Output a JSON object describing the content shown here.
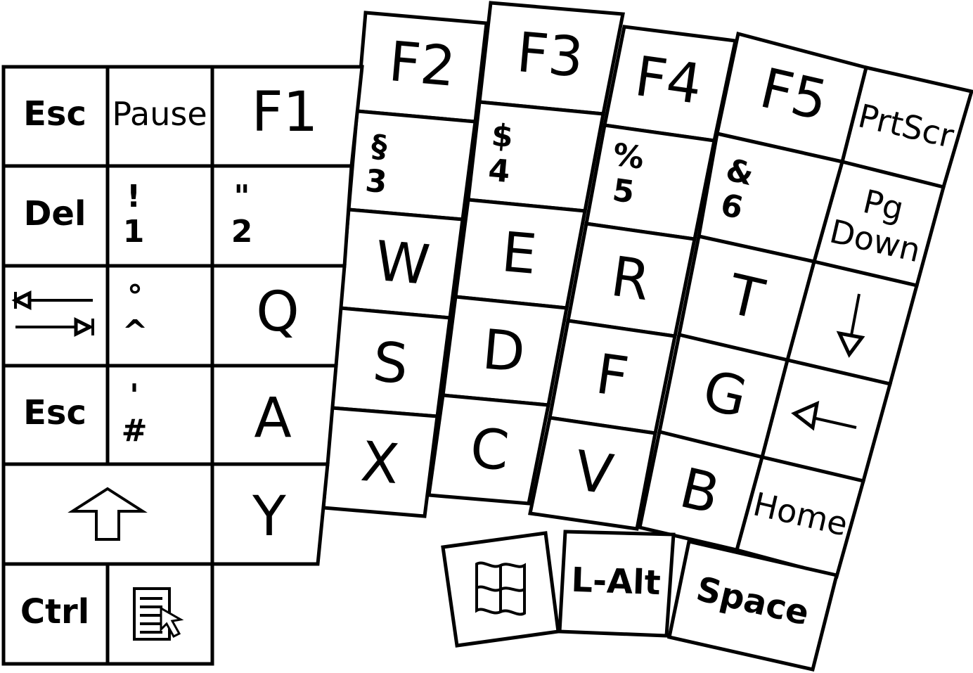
{
  "colors": {
    "key_fill": "#ffffff",
    "key_stroke": "#000000",
    "text": "#000000"
  },
  "keys": [
    {
      "id": "esc-top",
      "label": [
        "Esc"
      ],
      "style": "bold"
    },
    {
      "id": "pause",
      "label": [
        "Pause"
      ],
      "style": "sm"
    },
    {
      "id": "f1",
      "label": [
        "F1"
      ],
      "style": "big"
    },
    {
      "id": "del",
      "label": [
        "Del"
      ],
      "style": "bold"
    },
    {
      "id": "digit-1",
      "label": [
        "!",
        "1"
      ],
      "style": "sym"
    },
    {
      "id": "digit-2",
      "label": [
        "\"",
        "2"
      ],
      "style": "sym"
    },
    {
      "id": "tab",
      "label": [],
      "icon": "tab-icon"
    },
    {
      "id": "caret",
      "label": [
        "°",
        "^"
      ],
      "style": "sym"
    },
    {
      "id": "q",
      "label": [
        "Q"
      ],
      "style": "big"
    },
    {
      "id": "esc-mid",
      "label": [
        "Esc"
      ],
      "style": "bold"
    },
    {
      "id": "hash",
      "label": [
        "'",
        "#"
      ],
      "style": "sym"
    },
    {
      "id": "a",
      "label": [
        "A"
      ],
      "style": "big"
    },
    {
      "id": "shift",
      "label": [],
      "icon": "shift-arrow-icon"
    },
    {
      "id": "y",
      "label": [
        "Y"
      ],
      "style": "big"
    },
    {
      "id": "ctrl",
      "label": [
        "Ctrl"
      ],
      "style": "bold"
    },
    {
      "id": "menu",
      "label": [],
      "icon": "context-menu-icon"
    },
    {
      "id": "f2",
      "label": [
        "F2"
      ],
      "style": "big"
    },
    {
      "id": "digit-3",
      "label": [
        "§",
        "3"
      ],
      "style": "sym"
    },
    {
      "id": "w",
      "label": [
        "W"
      ],
      "style": "big"
    },
    {
      "id": "s",
      "label": [
        "S"
      ],
      "style": "big"
    },
    {
      "id": "x",
      "label": [
        "X"
      ],
      "style": "big"
    },
    {
      "id": "f3",
      "label": [
        "F3"
      ],
      "style": "big"
    },
    {
      "id": "digit-4",
      "label": [
        "$",
        "4"
      ],
      "style": "sym"
    },
    {
      "id": "e",
      "label": [
        "E"
      ],
      "style": "big"
    },
    {
      "id": "d",
      "label": [
        "D"
      ],
      "style": "big"
    },
    {
      "id": "c",
      "label": [
        "C"
      ],
      "style": "big"
    },
    {
      "id": "f4",
      "label": [
        "F4"
      ],
      "style": "big"
    },
    {
      "id": "digit-5",
      "label": [
        "%",
        "5"
      ],
      "style": "sym"
    },
    {
      "id": "r",
      "label": [
        "R"
      ],
      "style": "big"
    },
    {
      "id": "f",
      "label": [
        "F"
      ],
      "style": "big"
    },
    {
      "id": "v",
      "label": [
        "V"
      ],
      "style": "big"
    },
    {
      "id": "f5",
      "label": [
        "F5"
      ],
      "style": "big"
    },
    {
      "id": "digit-6",
      "label": [
        "&",
        "6"
      ],
      "style": "sym"
    },
    {
      "id": "t",
      "label": [
        "T"
      ],
      "style": "big"
    },
    {
      "id": "g",
      "label": [
        "G"
      ],
      "style": "big"
    },
    {
      "id": "b",
      "label": [
        "B"
      ],
      "style": "big"
    },
    {
      "id": "prtscr",
      "label": [
        "PrtScr"
      ],
      "style": "sm"
    },
    {
      "id": "pgdown",
      "label": [
        "Pg",
        "Down"
      ],
      "style": "sm"
    },
    {
      "id": "down",
      "label": [],
      "icon": "down-arrow-icon"
    },
    {
      "id": "left",
      "label": [],
      "icon": "left-arrow-icon"
    },
    {
      "id": "home",
      "label": [
        "Home"
      ],
      "style": "sm"
    },
    {
      "id": "win",
      "label": [],
      "icon": "windows-logo-icon"
    },
    {
      "id": "lalt",
      "label": [
        "L-Alt"
      ],
      "style": "bold"
    },
    {
      "id": "space",
      "label": [
        "Space"
      ],
      "style": "bold"
    }
  ]
}
